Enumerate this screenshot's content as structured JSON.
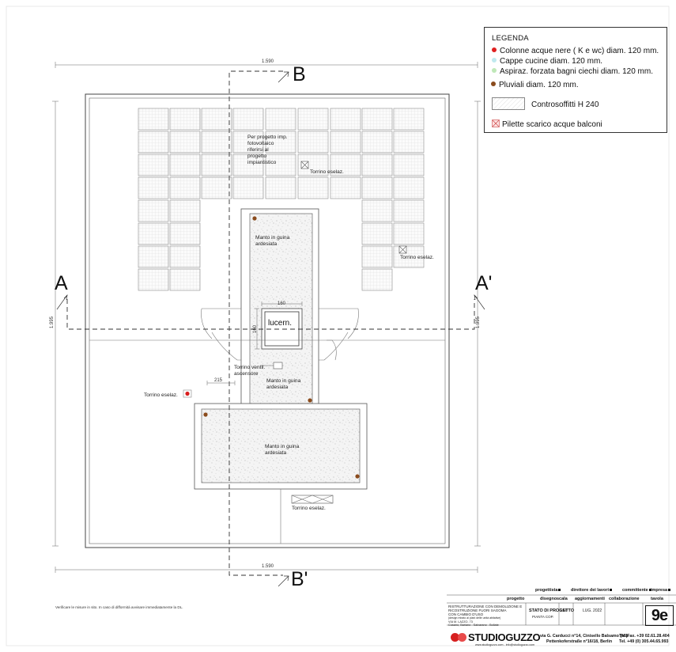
{
  "drawing": {
    "section_labels": {
      "a": "A",
      "a_prime": "A'",
      "b": "B",
      "b_prime": "B'"
    },
    "dimensions": {
      "top": "1.590",
      "bottom": "1.590",
      "left": "1.995",
      "right": "1.995",
      "skylight_width": "160",
      "skylight_height": "160",
      "small": "215"
    },
    "labels": {
      "pv_note": [
        "Per progetto imp.",
        "fotovoltaico",
        "riferirsi al",
        "progetto",
        "impiantistico"
      ],
      "torrino_1": "Torrino eselaz.",
      "torrino_2": "Torrino eselaz.",
      "torrino_3": "Torrino eselaz.",
      "torrino_4": "Torrino eselaz.",
      "roof_1": [
        "Manto in guina",
        "ardesiata"
      ],
      "roof_2": [
        "Manto in guina",
        "ardesiata"
      ],
      "roof_3": [
        "Manto in guina",
        "ardesiata"
      ],
      "skylight": "lucern.",
      "vent": [
        "Torrino ventil.",
        "ascensore"
      ]
    },
    "colors": {
      "red": "#d81e1e",
      "brown": "#8a4b1c",
      "line": "#444444"
    }
  },
  "legend": {
    "title": "LEGENDA",
    "items": [
      {
        "label": "Colonne acque nere ( K e wc) diam. 120 mm.",
        "color": "#e02020"
      },
      {
        "label": "Cappe cucine diam. 120 mm.",
        "color": "#bfe9ee"
      },
      {
        "label": "Aspiraz. forzata bagni ciechi diam. 120 mm.",
        "color": "#bfe8b8"
      },
      {
        "label": "Pluviali diam. 120 mm.",
        "color": "#8a4b1c"
      },
      {
        "label": "Controsoffitti H 240",
        "icon": "hatch-swatch-icon"
      },
      {
        "label": "Pilette scarico acque balconi",
        "icon": "drain-cross-icon"
      }
    ]
  },
  "note": "Verificare le misure in sito. In caso di difformità avvisare immediatamente la DL.",
  "title_block": {
    "headers": [
      "progettista",
      "direttore dei lavori",
      "committente",
      "impresa"
    ],
    "progetto_label": "progetto",
    "progetto_text": [
      "RISTRUTTURAZIONE CON DEMOLIZIONE E",
      "RICOSTRUZIONE FUORI SAGOMA",
      "CON CAMBIO D'USO",
      "(design mirato ai piani delle unità abitative)"
    ],
    "address_text": [
      "VIA M. LAZZO, 73",
      "Cusano, Bariano - Salvarano - Bollate"
    ],
    "disegno_label": "disegno",
    "disegno_value": "STATO DI PROGETTO",
    "disegno_sub": "PIANTA COP.",
    "scala_label": "scala",
    "scala_value": "1:50",
    "aggiornamenti_label": "aggiornamenti",
    "aggiornamenti_value": "LUG. 2022",
    "collaborazione_label": "collaborazione",
    "tavola_label": "tavola",
    "tavola_value": "9e",
    "logo": "STUDIOGUZZO",
    "address_1": "via G. Carducci n°14, Cinisello Balsamo (MI)",
    "address_2": "Pettenkoferstraße n°16/18, Berlin",
    "phone_1": "Tel./Fax. +39 02.61.28.404",
    "phone_2": "Tel. +49 (0) 305.44.65.993",
    "web": "www.studioguzzo.com - info@studioguzzo.com"
  }
}
